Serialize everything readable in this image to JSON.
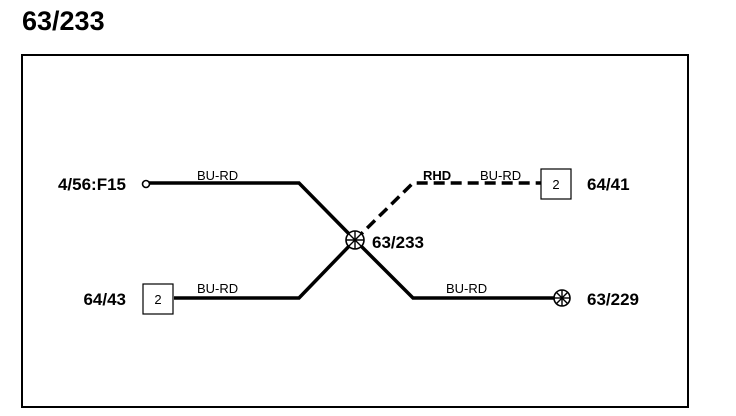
{
  "title": "63/233",
  "colors": {
    "line": "#000000",
    "background": "#ffffff"
  },
  "diagram": {
    "connectors": {
      "left_top": "4/56:F15",
      "left_bottom": "64/43",
      "left_bottom_pin": "2",
      "right_top": "64/41",
      "right_top_pin": "2",
      "right_bottom": "63/229",
      "splice": "63/233"
    },
    "wires": {
      "top_left": "BU-RD",
      "bottom_left": "BU-RD",
      "dashed_option": "RHD",
      "dashed_color": "BU-RD",
      "bottom_right": "BU-RD"
    },
    "icons": {
      "terminal": "open-circle-terminal-icon",
      "splice": "splice-crossed-circle-icon",
      "ground": "star-circle-ground-icon"
    }
  }
}
